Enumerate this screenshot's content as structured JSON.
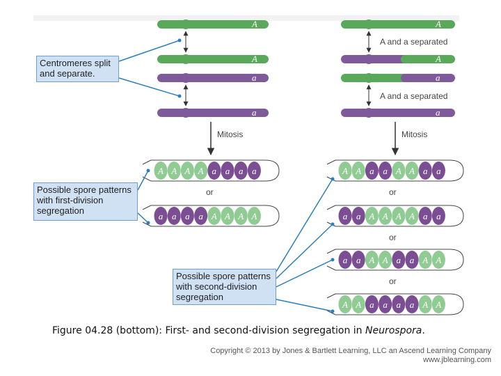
{
  "colors": {
    "green": "#5aa85a",
    "purple": "#7f5a9a",
    "spore_green": "#8fcb93",
    "spore_purple": "#7b4e93",
    "arrow": "#2b7fba",
    "callout_bg": "#cfe1f3"
  },
  "alleles": {
    "dominant": "A",
    "recessive": "a"
  },
  "labels": {
    "separated_1": "A and a separated",
    "separated_2": "A and a separated",
    "mitosis_left": "Mitosis",
    "mitosis_right": "Mitosis",
    "or": "or"
  },
  "callouts": {
    "centromeres": "Centromeres split and separate.",
    "first_division": "Possible spore patterns with first-division segregation",
    "second_division": "Possible spore patterns with second-division segregation"
  },
  "left_chromatids": [
    "A",
    "A",
    "a",
    "a"
  ],
  "right_chromatids": [
    {
      "left": "A",
      "right": "A"
    },
    {
      "left": "a",
      "right": "A"
    },
    {
      "left": "A",
      "right": "a"
    },
    {
      "left": "a",
      "right": "a"
    }
  ],
  "asci": {
    "first_division": [
      [
        "A",
        "A",
        "A",
        "A",
        "a",
        "a",
        "a",
        "a"
      ],
      [
        "a",
        "a",
        "a",
        "a",
        "A",
        "A",
        "A",
        "A"
      ]
    ],
    "second_division": [
      [
        "A",
        "A",
        "a",
        "a",
        "A",
        "A",
        "a",
        "a"
      ],
      [
        "a",
        "a",
        "A",
        "A",
        "A",
        "A",
        "a",
        "a"
      ],
      [
        "a",
        "a",
        "A",
        "A",
        "a",
        "a",
        "A",
        "A"
      ],
      [
        "A",
        "A",
        "a",
        "a",
        "a",
        "a",
        "A",
        "A"
      ]
    ]
  },
  "caption": {
    "prefix": "Figure 04.28 (bottom): First- and second-division segregation in ",
    "organism": "Neurospora",
    "suffix": "."
  },
  "copyright": {
    "line1": "Copyright © 2013 by Jones & Bartlett Learning, LLC an Ascend Learning Company",
    "line2": "www.jblearning.com"
  }
}
